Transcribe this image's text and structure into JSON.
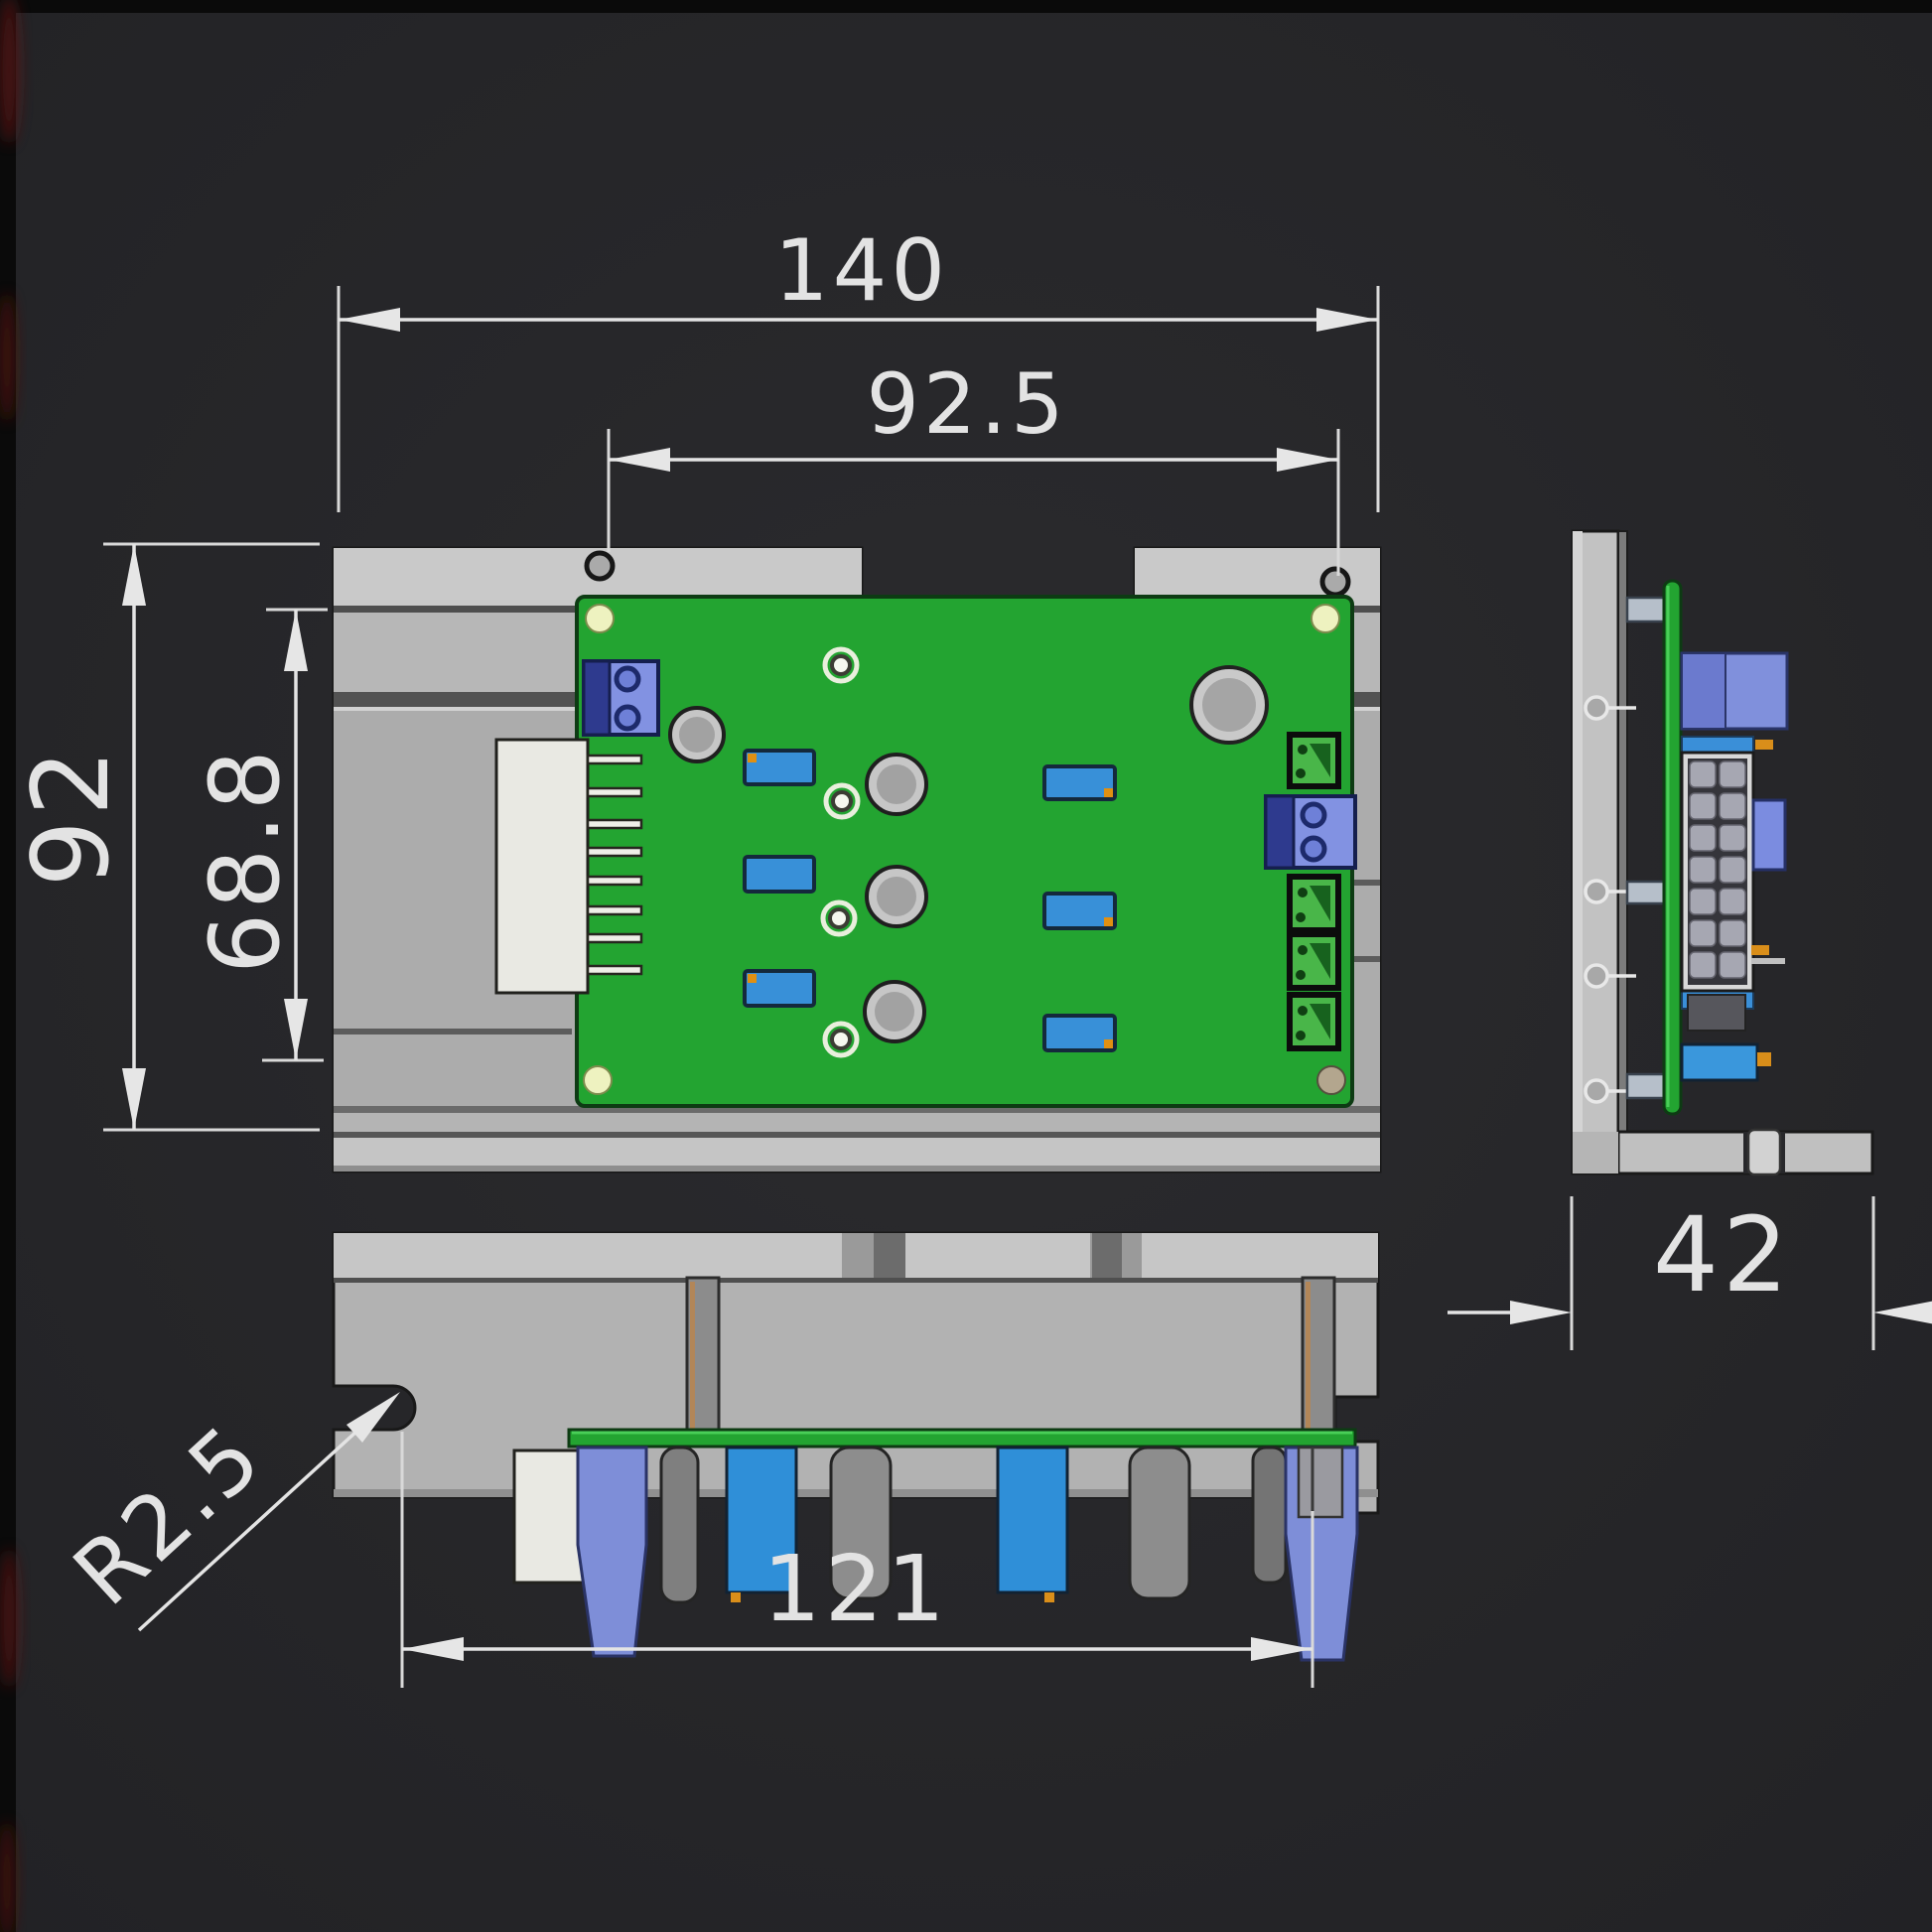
{
  "drawing": {
    "type": "mechanical-dimension-drawing",
    "subject": "PCB mounted on aluminum L-bracket heatsink, three orthographic views",
    "background": "#28282b"
  },
  "dimensions": {
    "top_width": {
      "label": "140"
    },
    "hole_spacing": {
      "label": "92.5"
    },
    "left_height": {
      "label": "92"
    },
    "inner_height": {
      "label": "68.8"
    },
    "side_depth": {
      "label": "42"
    },
    "bottom_width": {
      "label": "121"
    },
    "slot_radius": {
      "label": "R2.5"
    }
  },
  "colors": {
    "dimension_lines": "#e4e4e4",
    "plate": "#b2b2b2",
    "plate_light": "#c9c9c9",
    "pcb_green": "#23a431",
    "pcb_hole_pale": "#eef2c0",
    "pcb_hole_tan": "#b3a68e",
    "component_blue": "#3890d8",
    "terminal_blue_light": "#8292e2",
    "terminal_navy": "#2e3a8e",
    "terminal_green": "#49b649",
    "capacitor_gray": "#c6c6c6",
    "connector_white": "#e9e9e3",
    "pin_orange": "#d98e1a"
  }
}
